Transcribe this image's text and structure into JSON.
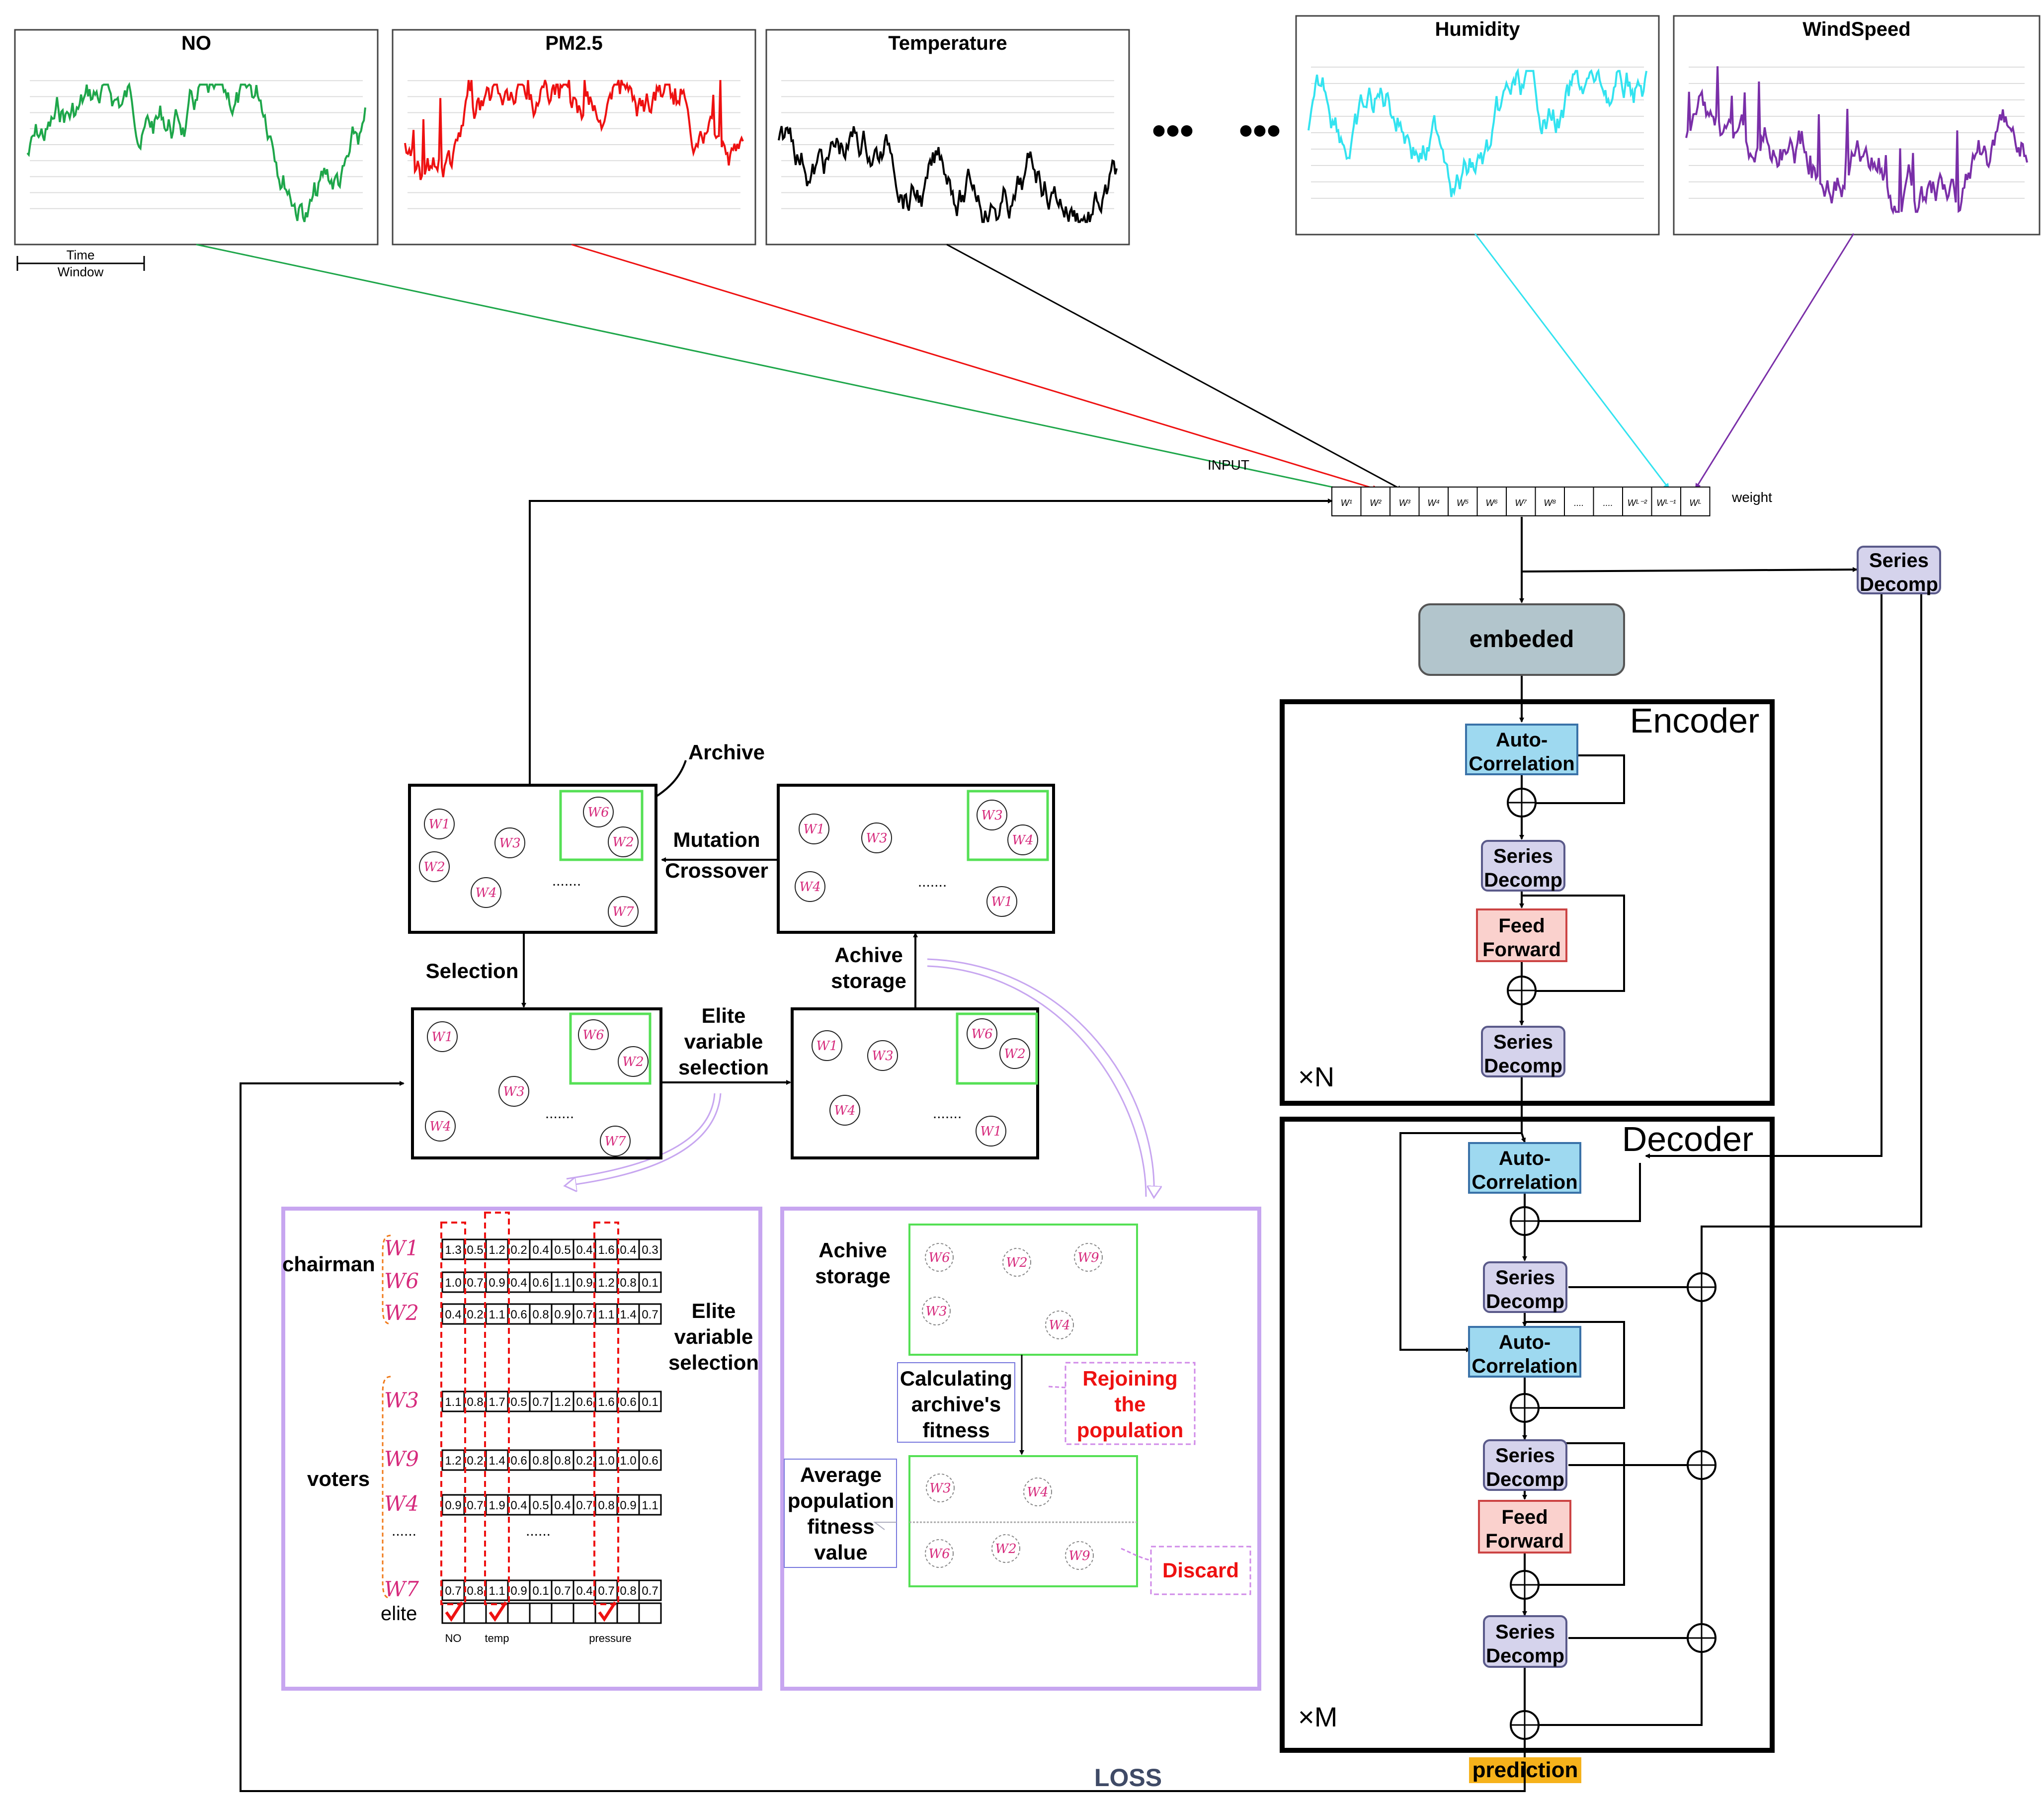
{
  "charts": [
    {
      "title": "NO",
      "color": "#1ea64a"
    },
    {
      "title": "PM2.5",
      "color": "#ee1111"
    },
    {
      "title": "Temperature",
      "color": "#000000"
    },
    {
      "title": "Humidity",
      "color": "#33e3f0"
    },
    {
      "title": "WindSpeed",
      "color": "#7a2fa8"
    }
  ],
  "time_window": [
    "Time",
    "Window"
  ],
  "ellipsis": [
    "•••",
    "•••"
  ],
  "input_label": "INPUT",
  "weight_label": "weight",
  "weight_cells": [
    "W¹",
    "W²",
    "W³",
    "W⁴",
    "W⁵",
    "W⁶",
    "W⁷",
    "W⁸",
    "....",
    "....",
    "Wᴸ⁻²",
    "Wᴸ⁻¹",
    "Wᴸ"
  ],
  "model": {
    "series_decomp": [
      "Series",
      "Decomp"
    ],
    "embeded": "embeded",
    "encoder": "Encoder",
    "decoder": "Decoder",
    "auto_correlation": [
      "Auto-",
      "Correlation"
    ],
    "feed_forward": [
      "Feed",
      "Forward"
    ],
    "xN": "×N",
    "xM": "×M",
    "prediction": "prediction",
    "loss": "LOSS"
  },
  "ga": {
    "archive": "Archive",
    "mutation": "Mutation",
    "crossover": "Crossover",
    "selection": "Selection",
    "achive_storage": [
      "Achive",
      "storage"
    ],
    "elite_sel": [
      "Elite",
      "variable",
      "selection"
    ],
    "dots": "......."
  },
  "panel1": {
    "chairman": "chairman",
    "voters": "voters",
    "elite": "elite",
    "elite_title": [
      "Elite",
      "variable",
      "selection"
    ],
    "rows": [
      {
        "w": "W1",
        "vals": [
          "1.3",
          "0.5",
          "1.2",
          "0.2",
          "0.4",
          "0.5",
          "0.4",
          "1.6",
          "0.4",
          "0.3"
        ]
      },
      {
        "w": "W6",
        "vals": [
          "1.0",
          "0.7",
          "0.9",
          "0.4",
          "0.6",
          "1.1",
          "0.9",
          "1.2",
          "0.8",
          "0.1"
        ]
      },
      {
        "w": "W2",
        "vals": [
          "0.4",
          "0.2",
          "1.1",
          "0.6",
          "0.8",
          "0.9",
          "0.7",
          "1.1",
          "1.4",
          "0.7"
        ]
      },
      {
        "w": "W3",
        "vals": [
          "1.1",
          "0.8",
          "1.7",
          "0.5",
          "0.7",
          "1.2",
          "0.6",
          "1.6",
          "0.6",
          "0.1"
        ]
      },
      {
        "w": "W9",
        "vals": [
          "1.2",
          "0.2",
          "1.4",
          "0.6",
          "0.8",
          "0.8",
          "0.2",
          "1.0",
          "1.0",
          "0.6"
        ]
      },
      {
        "w": "W4",
        "vals": [
          "0.9",
          "0.7",
          "1.9",
          "0.4",
          "0.5",
          "0.4",
          "0.7",
          "0.8",
          "0.9",
          "1.1"
        ]
      },
      {
        "w": "W7",
        "vals": [
          "0.7",
          "0.8",
          "1.1",
          "0.9",
          "0.1",
          "0.7",
          "0.4",
          "0.7",
          "0.8",
          "0.7"
        ]
      }
    ],
    "elite_vars": [
      "NO",
      "temp",
      "pressure"
    ],
    "dots": [
      "......",
      "......"
    ]
  },
  "panel2": {
    "achive_storage": [
      "Achive",
      "storage"
    ],
    "calc": [
      "Calculating",
      "archive's",
      "fitness"
    ],
    "rejoin": [
      "Rejoining",
      "the",
      "population"
    ],
    "avg": [
      "Average",
      "population",
      "fitness",
      "value"
    ],
    "discard": "Discard"
  }
}
